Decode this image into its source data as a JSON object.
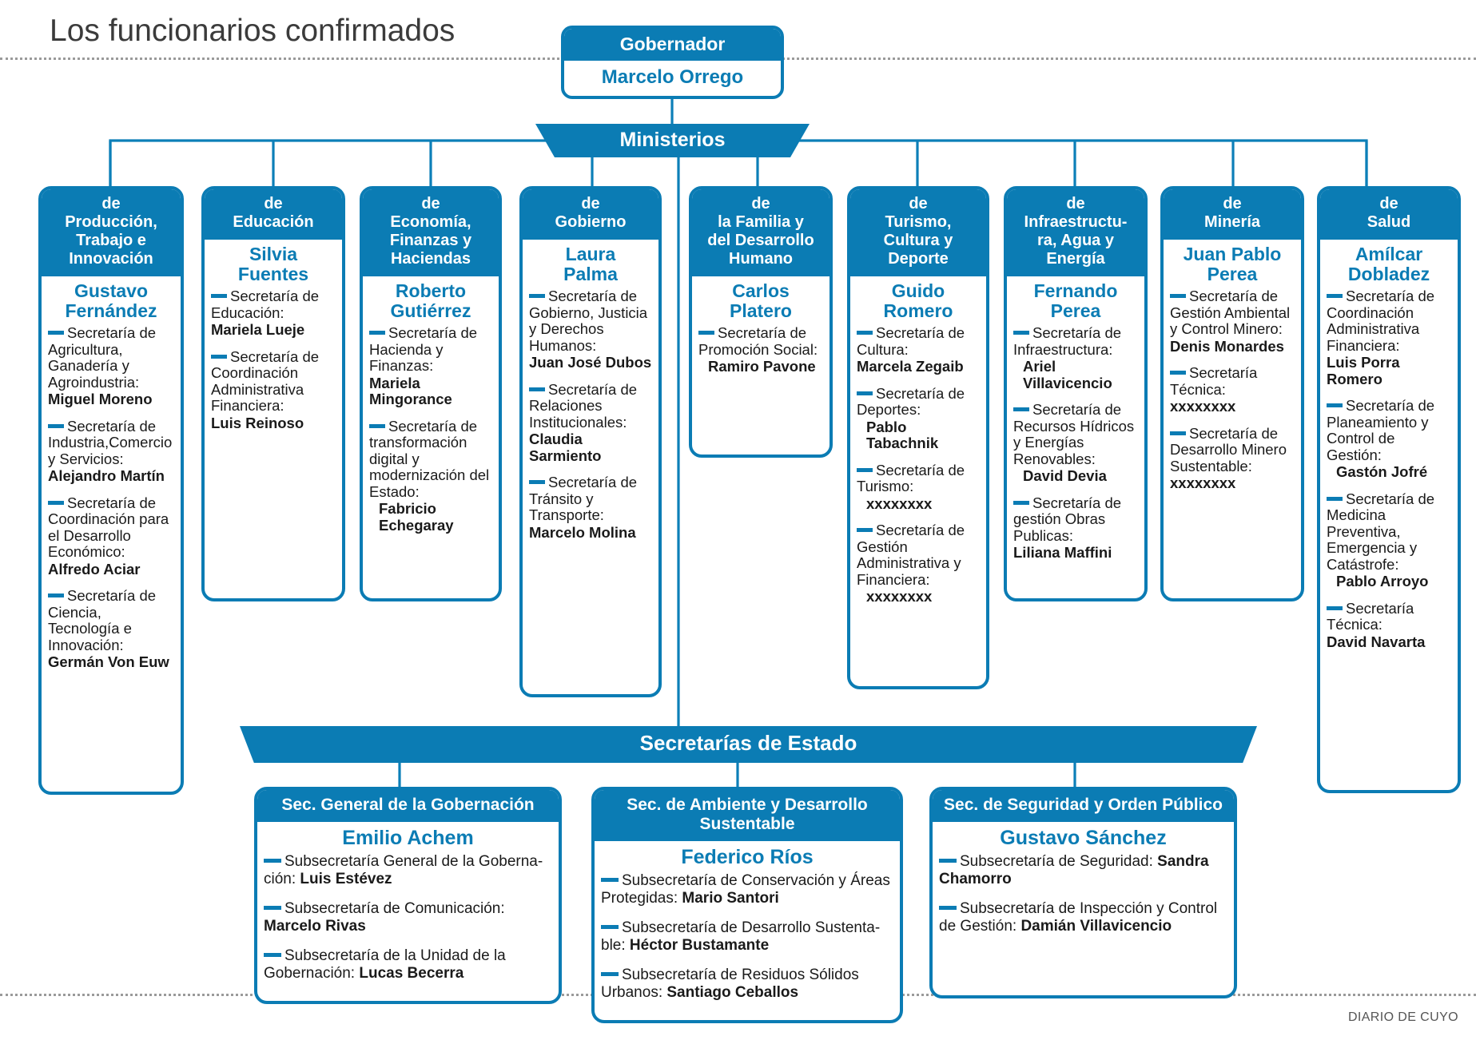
{
  "page": {
    "title": "Los funcionarios confirmados",
    "credit": "DIARIO DE CUYO",
    "accent_color": "#0b7cb4",
    "text_color": "#1a1a1a"
  },
  "governor": {
    "role_label": "Gobernador",
    "name": "Marcelo Orrego"
  },
  "banners": {
    "ministries": "Ministerios",
    "state_secretariats": "Secretarías de Estado"
  },
  "ministries": [
    {
      "title": "de\nProducción,\nTrabajo e\nInnovación",
      "minister": "Gustavo\nFernández",
      "secretariats": [
        {
          "role": "Secretaría de Agricultura, Ganadería y Agroindustria:",
          "person": "Miguel Moreno"
        },
        {
          "role": "Secretaría de Industria,Comercio y Servicios:",
          "person": "Alejandro Martín"
        },
        {
          "role": "Secretaría de Coordinación para el Desarrollo Económico:",
          "person": "Alfredo Aciar"
        },
        {
          "role": "Secretaría de Ciencia, Tecnología e Innovación:",
          "person": "Germán Von Euw"
        }
      ]
    },
    {
      "title": "de\nEducación",
      "minister": "Silvia\nFuentes",
      "secretariats": [
        {
          "role": "Secretaría de Educación:",
          "person": "Mariela Lueje"
        },
        {
          "role": "Secretaría de Coordinación Administrativa Financiera:",
          "person": "Luis Reinoso"
        }
      ]
    },
    {
      "title": "de\nEconomía,\nFinanzas y\nHaciendas",
      "minister": "Roberto\nGutiérrez",
      "secretariats": [
        {
          "role": "Secretaría de Hacienda y Finanzas:",
          "person": "Mariela Mingorance"
        },
        {
          "role": "Secretaría de transformación digital y modernización del Estado:",
          "person": "Fabricio Echegaray",
          "indent": true
        }
      ]
    },
    {
      "title": "de\nGobierno",
      "minister": "Laura\nPalma",
      "secretariats": [
        {
          "role": "Secretaría de Gobierno, Justicia y Derechos Humanos:",
          "person": "Juan José Dubos"
        },
        {
          "role": "Secretaría de Relaciones Institucionales:",
          "person": "Claudia Sarmiento"
        },
        {
          "role": "Secretaría de Tránsito y Transporte:",
          "person": "Marcelo Molina"
        }
      ]
    },
    {
      "title": "de\nla Familia y\ndel Desarrollo\nHumano",
      "minister": "Carlos\nPlatero",
      "secretariats": [
        {
          "role": "Secretaría de Promoción Social:",
          "person": "Ramiro Pavone",
          "indent": true
        }
      ]
    },
    {
      "title": "de\nTurismo,\nCultura y\nDeporte",
      "minister": "Guido\nRomero",
      "secretariats": [
        {
          "role": "Secretaría de Cultura:",
          "person": "Marcela Zegaib"
        },
        {
          "role": "Secretaría de Deportes:",
          "person": "Pablo Tabachnik",
          "indent": true
        },
        {
          "role": "Secretaría de Turismo:",
          "person": "xxxxxxxx",
          "indent": true
        },
        {
          "role": "Secretaría de Gestión Administrativa y Financiera:",
          "person": "xxxxxxxx",
          "indent": true
        }
      ]
    },
    {
      "title": "de\nInfraestructu-\nra, Agua y\nEnergía",
      "minister": "Fernando\nPerea",
      "secretariats": [
        {
          "role": "Secretaría de Infraestructura:",
          "person": "Ariel Villavicencio",
          "indent": true
        },
        {
          "role": "Secretaría de Recursos Hídricos y Energías Renovables:",
          "person": "David Devia",
          "indent": true
        },
        {
          "role": "Secretaría de gestión Obras Publicas:",
          "person": "Liliana Maffini"
        }
      ]
    },
    {
      "title": "de\nMinería",
      "minister": "Juan Pablo\nPerea",
      "secretariats": [
        {
          "role": "Secretaría de Gestión Ambiental y Control Minero:",
          "person": "Denis Monardes"
        },
        {
          "role": "Secretaría Técnica:",
          "person": "xxxxxxxx"
        },
        {
          "role": "Secretaría de Desarrollo Minero Sustentable:",
          "person": "xxxxxxxx"
        }
      ]
    },
    {
      "title": "de\nSalud",
      "minister": "Amílcar\nDobladez",
      "secretariats": [
        {
          "role": "Secretaría de Coordinación Administrativa Financiera:",
          "person": "Luis Porra Romero"
        },
        {
          "role": "Secretaría de Planeamiento y Control de Gestión:",
          "person": "Gastón Jofré",
          "indent": true
        },
        {
          "role": "Secretaría de Medicina Preventiva, Emergencia y Catástrofe:",
          "person": "Pablo Arroyo",
          "indent": true
        },
        {
          "role": "Secretaría Técnica:",
          "person": "David Navarta"
        }
      ]
    }
  ],
  "state_secretariats": [
    {
      "title": "Sec. General de la Gobernación",
      "head": "Emilio Achem",
      "subsecretariats": [
        {
          "role": "Subsecretaría General de la Goberna-ción:",
          "person": "Luis Estévez"
        },
        {
          "role": "Subsecretaría de Comunicación:",
          "person": "Marcelo Rivas"
        },
        {
          "role": "Subsecretaría de la Unidad de la Gobernación:",
          "person": "Lucas Becerra"
        }
      ]
    },
    {
      "title": "Sec. de Ambiente y Desarrollo Sustentable",
      "head": "Federico Ríos",
      "subsecretariats": [
        {
          "role": "Subsecretaría de Conservación y Áreas Protegidas:",
          "person": "Mario Santori"
        },
        {
          "role": "Subsecretaría de Desarrollo Sustenta-ble:",
          "person": "Héctor Bustamante"
        },
        {
          "role": "Subsecretaría de Residuos Sólidos Urbanos:",
          "person": "Santiago Ceballos"
        }
      ]
    },
    {
      "title": "Sec. de Seguridad y Orden Público",
      "head": "Gustavo Sánchez",
      "subsecretariats": [
        {
          "role": "Subsecretaría de Seguridad:",
          "person": "Sandra Chamorro"
        },
        {
          "role": "Subsecretaría  de Inspección y Control de Gestión:",
          "person": "Damián Villavicencio"
        }
      ]
    }
  ]
}
